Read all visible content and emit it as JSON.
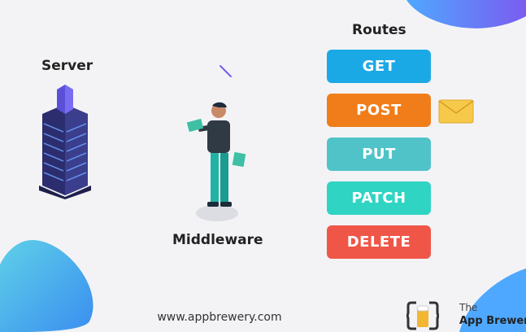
{
  "server_label": "Server",
  "middleware_label": "Middleware",
  "routes_title": "Routes",
  "routes": [
    {
      "label": "GET",
      "color": "#1ba9e6"
    },
    {
      "label": "POST",
      "color": "#f07d1a"
    },
    {
      "label": "PUT",
      "color": "#4fc3c8"
    },
    {
      "label": "PATCH",
      "color": "#2fd4c3"
    },
    {
      "label": "DELETE",
      "color": "#ef5648"
    }
  ],
  "footer_url": "www.appbrewery.com",
  "brand": {
    "line1": "The",
    "line2": "App Brewery"
  },
  "icons": [
    "server-icon",
    "person-icon",
    "envelope-icon",
    "app-brewery-logo-icon"
  ]
}
